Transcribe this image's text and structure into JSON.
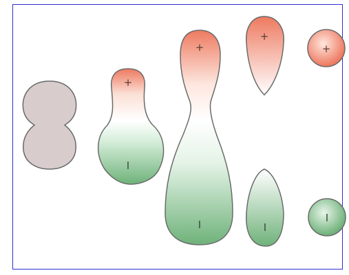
{
  "diagram": {
    "colors": {
      "frame": "#2d2fd0",
      "neutral": "#d8cccc",
      "positive": "#ee7a60",
      "negative": "#6fb27a",
      "outline": "#6a6a6a"
    },
    "stages": [
      {
        "id": "stage-1",
        "top_symbol": "",
        "bottom_symbol": ""
      },
      {
        "id": "stage-2",
        "top_symbol": "+",
        "bottom_symbol": "I"
      },
      {
        "id": "stage-3",
        "top_symbol": "+",
        "bottom_symbol": "I"
      },
      {
        "id": "stage-4",
        "top_symbol": "+",
        "bottom_symbol": "I"
      },
      {
        "id": "stage-5",
        "top_symbol": "+",
        "bottom_symbol": "I"
      }
    ]
  }
}
